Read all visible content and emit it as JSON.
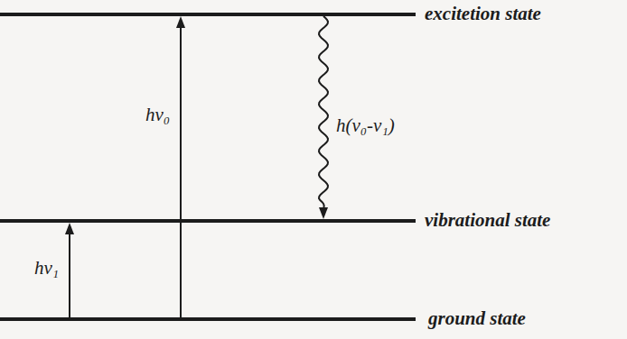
{
  "diagram": {
    "nodes": [
      {
        "text": [
          "excitetion state"
        ]
      },
      {
        "text": [
          "vibrational state"
        ]
      },
      {
        "text": [
          "ground state"
        ]
      }
    ],
    "edges": [
      {
        "from": 2,
        "to": 1,
        "arrow": "to",
        "label": "hν₁"
      },
      {
        "from": 2,
        "to": 0,
        "arrow": "to",
        "label": "hν₀"
      },
      {
        "from": 0,
        "to": 1,
        "arrow": "to",
        "label": "h(ν₀-ν₁)"
      }
    ]
  }
}
